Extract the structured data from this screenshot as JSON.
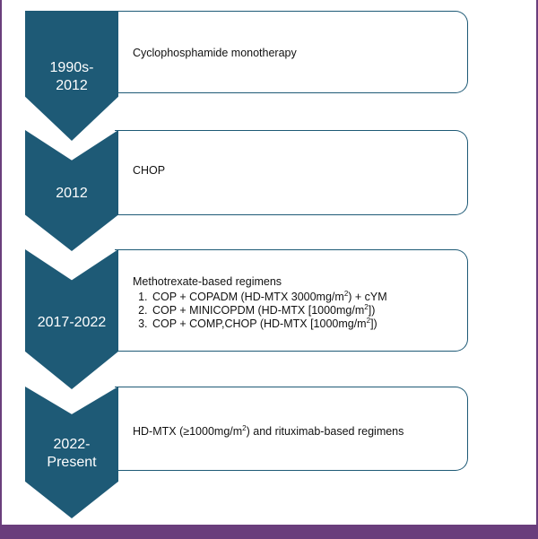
{
  "steps": [
    {
      "period": "1990s-\n2012",
      "text": "Cyclophosphamide monotherapy"
    },
    {
      "period": "2012",
      "text": "CHOP"
    },
    {
      "period": "2017-2022",
      "heading": "Methotrexate-based regimens",
      "items": [
        {
          "pre": "COP + COPADM (HD-MTX 3000mg/m",
          "sup": "2",
          "post": ") + cYM"
        },
        {
          "pre": "COP + MINICOPDM (HD-MTX [1000mg/m",
          "sup": "2",
          "post": "])"
        },
        {
          "pre": "COP + COMP,CHOP (HD-MTX [1000mg/m",
          "sup": "2",
          "post": "])"
        }
      ]
    },
    {
      "period": "2022-\nPresent",
      "pre": "HD-MTX (≥1000mg/m",
      "sup": "2",
      "post": ") and rituximab-based regimens"
    }
  ],
  "colors": {
    "chevron": "#1e5a76",
    "frame": "#6a3e7c",
    "box_border": "#1e5a76"
  }
}
